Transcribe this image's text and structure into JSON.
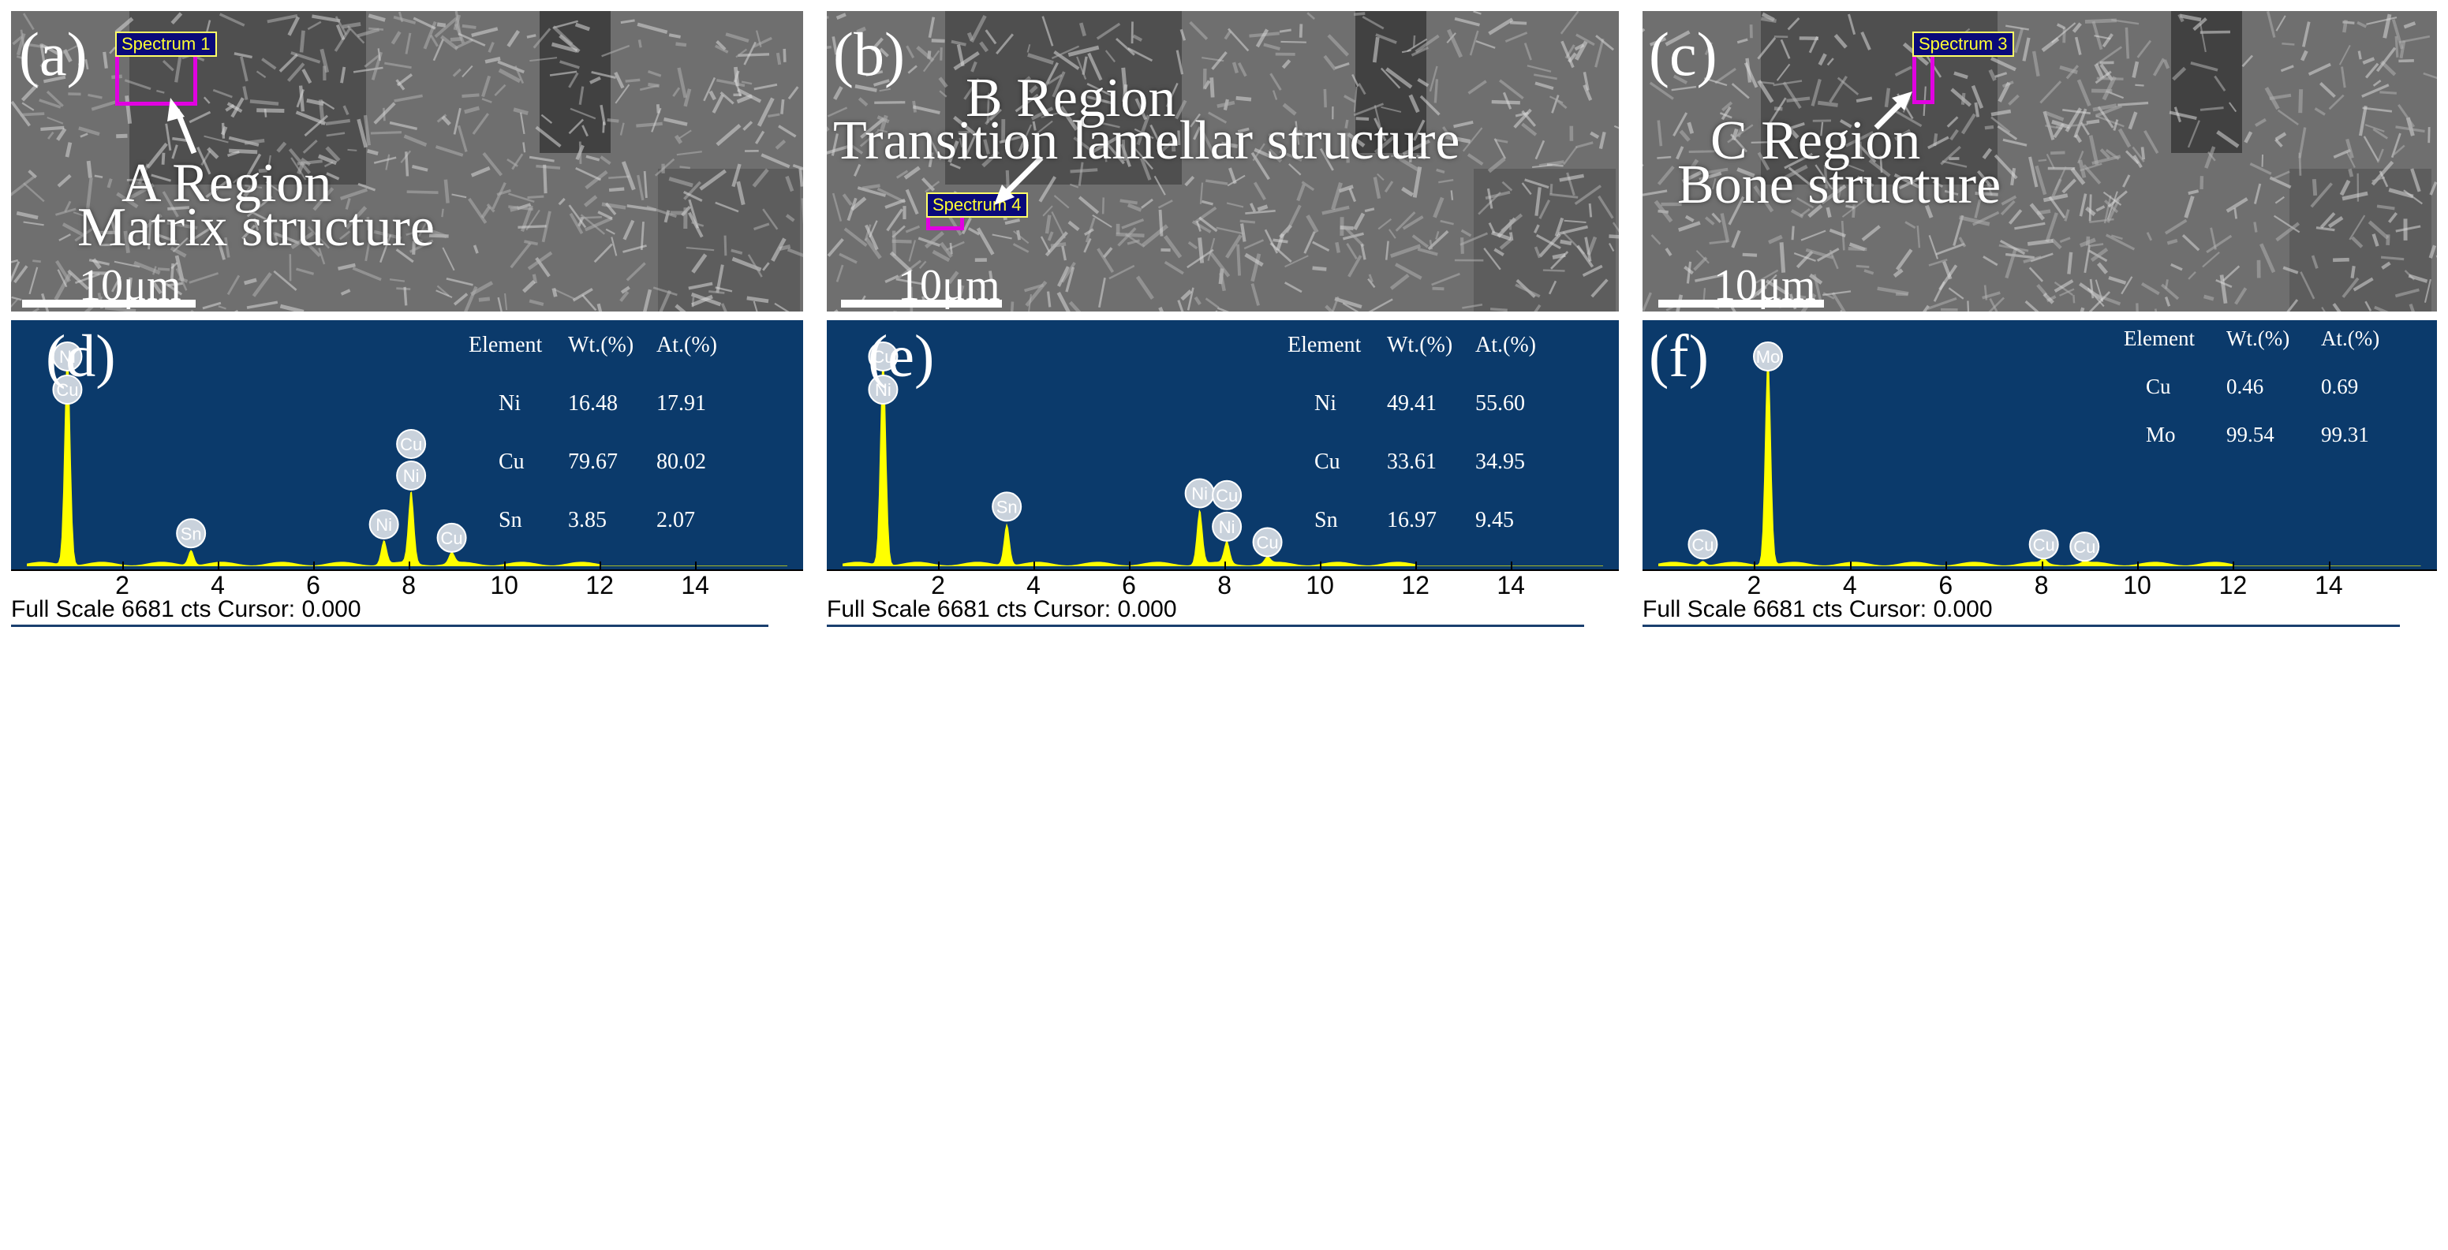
{
  "panels": [
    {
      "label": "(a)",
      "spectrum_tag": "Spectrum 1",
      "annotation_line1": "A Region",
      "annotation_line2": "Matrix structure",
      "scale_text": "10μm"
    },
    {
      "label": "(b)",
      "spectrum_tag": "Spectrum 4",
      "annotation_line1": "B Region",
      "annotation_line2": "Transition lamellar structure",
      "scale_text": "10μm"
    },
    {
      "label": "(c)",
      "spectrum_tag": "Spectrum 3",
      "annotation_line1": "C Region",
      "annotation_line2": "Bone structure",
      "scale_text": "10μm"
    }
  ],
  "chart_data": [
    {
      "type": "line",
      "panel_label": "(d)",
      "x_ticks": [
        "2",
        "4",
        "6",
        "8",
        "10",
        "12",
        "14"
      ],
      "xlim": [
        0,
        15.6
      ],
      "table_headers": [
        "Element",
        "Wt.(%)",
        "At.(%)"
      ],
      "table_rows": [
        [
          "Ni",
          "16.48",
          "17.91"
        ],
        [
          "Cu",
          "79.67",
          "80.02"
        ],
        [
          "Sn",
          "3.85",
          "2.07"
        ]
      ],
      "peaks": [
        {
          "x": 0.85,
          "h": 1.0,
          "labels": [
            "Ni",
            "Cu"
          ]
        },
        {
          "x": 3.44,
          "h": 0.07,
          "labels": [
            "Sn"
          ]
        },
        {
          "x": 7.48,
          "h": 0.11,
          "labels": [
            "Ni"
          ]
        },
        {
          "x": 8.05,
          "h": 0.33,
          "labels": [
            "Cu",
            "Ni"
          ]
        },
        {
          "x": 8.9,
          "h": 0.05,
          "labels": [
            "Cu"
          ]
        }
      ],
      "footer": "Full Scale 6681 cts Cursor: 0.000"
    },
    {
      "type": "line",
      "panel_label": "(e)",
      "x_ticks": [
        "2",
        "4",
        "6",
        "8",
        "10",
        "12",
        "14"
      ],
      "xlim": [
        0,
        15.6
      ],
      "table_headers": [
        "Element",
        "Wt.(%)",
        "At.(%)"
      ],
      "table_rows": [
        [
          "Ni",
          "49.41",
          "55.60"
        ],
        [
          "Cu",
          "33.61",
          "34.95"
        ],
        [
          "Sn",
          "16.97",
          "9.45"
        ]
      ],
      "peaks": [
        {
          "x": 0.85,
          "h": 0.97,
          "labels": [
            "Cu",
            "Ni"
          ]
        },
        {
          "x": 3.44,
          "h": 0.19,
          "labels": [
            "Sn"
          ]
        },
        {
          "x": 7.48,
          "h": 0.25,
          "labels": [
            "Ni"
          ]
        },
        {
          "x": 8.05,
          "h": 0.1,
          "labels": [
            "Cu",
            "Ni"
          ]
        },
        {
          "x": 8.9,
          "h": 0.03,
          "labels": [
            "Cu"
          ]
        }
      ],
      "footer": "Full Scale 6681 cts Cursor: 0.000"
    },
    {
      "type": "line",
      "panel_label": "(f)",
      "x_ticks": [
        "2",
        "4",
        "6",
        "8",
        "10",
        "12",
        "14"
      ],
      "xlim": [
        0,
        15.6
      ],
      "table_headers": [
        "Element",
        "Wt.(%)",
        "At.(%)"
      ],
      "table_rows": [
        [
          "Cu",
          "0.46",
          "0.69"
        ],
        [
          "Mo",
          "99.54",
          "99.31"
        ]
      ],
      "peaks": [
        {
          "x": 0.93,
          "h": 0.02,
          "labels": [
            "Cu"
          ]
        },
        {
          "x": 2.29,
          "h": 0.98,
          "labels": [
            "Mo"
          ]
        },
        {
          "x": 8.05,
          "h": 0.02,
          "labels": [
            "Cu"
          ]
        },
        {
          "x": 8.9,
          "h": 0.01,
          "labels": [
            "Cu"
          ]
        }
      ],
      "footer": "Full Scale 6681 cts Cursor: 0.000"
    }
  ],
  "colors": {
    "spectrum_fill": "#ffff00",
    "plot_background": "#0b3a6b",
    "box_magenta": "#e100e1"
  }
}
